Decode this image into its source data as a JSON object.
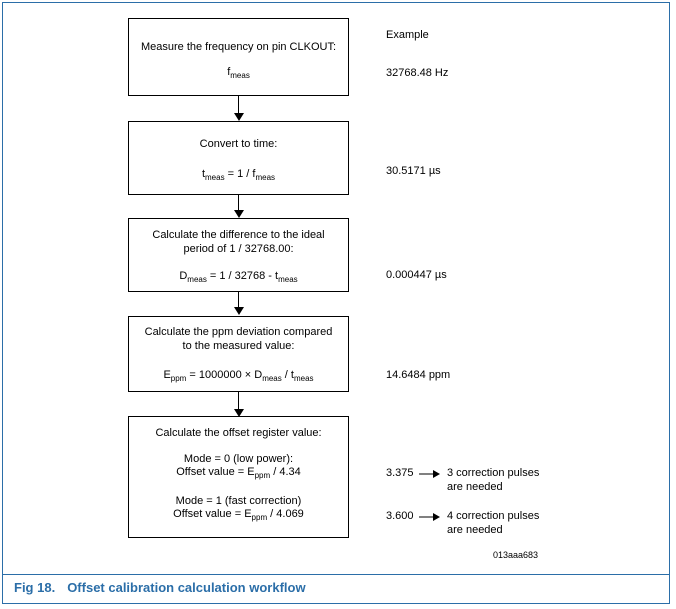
{
  "example_header": "Example",
  "steps": [
    {
      "line1": "Measure the frequency on pin CLKOUT:",
      "formula": {
        "var": "f",
        "sub": "meas",
        "rest": ""
      },
      "example": "32768.48 Hz"
    },
    {
      "line1": "Convert to time:",
      "formula": {
        "var": "t",
        "sub": "meas",
        "mid": " = 1 / f",
        "sub2": "meas"
      },
      "example": "30.5171 µs"
    },
    {
      "line1": "Calculate the difference to the ideal",
      "line2": "period of 1 / 32768.00:",
      "formula": {
        "var": "D",
        "sub": "meas",
        "mid": " = 1 / 32768 - t",
        "sub2": "meas"
      },
      "example": "0.000447 µs"
    },
    {
      "line1": "Calculate the ppm deviation compared",
      "line2": "to the measured value:",
      "formula": {
        "var": "E",
        "sub": "ppm",
        "mid": " = 1000000 × D",
        "sub2": "meas",
        "mid2": " / t",
        "sub3": "meas"
      },
      "example": "14.6484 ppm"
    },
    {
      "line1": "Calculate the offset register value:",
      "mode0": "Mode = 0 (low power):",
      "mode0_formula": {
        "pre": "Offset value = E",
        "sub": "ppm",
        "post": " / 4.34"
      },
      "mode1": "Mode = 1 (fast correction)",
      "mode1_formula": {
        "pre": "Offset value = E",
        "sub": "ppm",
        "post": " / 4.069"
      },
      "example0": {
        "value": "3.375",
        "note1": "3 correction pulses",
        "note2": "are needed"
      },
      "example1": {
        "value": "3.600",
        "note1": "4 correction pulses",
        "note2": "are needed"
      }
    }
  ],
  "figure_code": "013aaa683",
  "caption": {
    "number": "Fig 18.",
    "title": "Offset calibration calculation workflow"
  },
  "colors": {
    "frame": "#2b6ea8",
    "caption": "#2b6ea8"
  },
  "icons": [
    "arrow-down-icon",
    "arrow-right-icon"
  ]
}
